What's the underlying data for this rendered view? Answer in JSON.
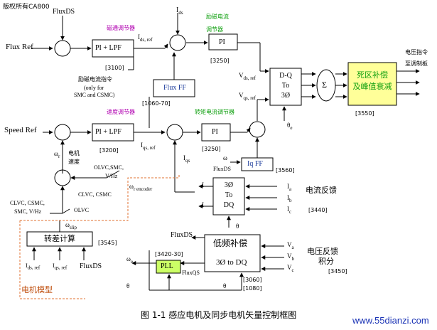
{
  "copyright": "版权所有CA800",
  "inputs": {
    "flux_ds_top": "FluxDS",
    "flux_ref": "Flux Ref",
    "speed_ref": "Speed Ref",
    "i_ds_top": "I",
    "i_ds_top_sub": "ds"
  },
  "blocks": {
    "flux_pi_lpf": "PI + LPF",
    "flux_pi_code": "[3100]",
    "field_reg_label": "磁通调节器",
    "i_ds_ref": "I",
    "i_ds_ref_sub": "ds, ref",
    "excite_cmd": "励磁电流指令",
    "only_for": "(only for",
    "only_for2": "SMC and CSMC)",
    "excite_reg_label": "励磁电流",
    "excite_reg_label2": "调节器",
    "pi_excite": "PI",
    "pi_excite_code": "[3250]",
    "flux_ff": "Flux FF",
    "flux_ff_code": "[1060-70]",
    "speed_reg_label": "速度调节器",
    "speed_pi_lpf": "PI + LPF",
    "speed_pi_code": "[3200]",
    "i_qs_ref": "I",
    "i_qs_ref_sub": "qs, ref",
    "torque_reg_label": "转矩电流调节器",
    "pi_torque": "PI",
    "pi_torque_code": "[3250]",
    "vds_ref": "V",
    "vds_ref_sub": "ds, ref",
    "vqs_ref": "V",
    "vqs_ref_sub": "qs, ref",
    "dq_to_3": "D-Q\nTo\n3Ø",
    "theta_e": "θ",
    "theta_e_sub": "e",
    "deadtime": "死区补偿\n及峰值衰减",
    "deadtime_code": "[3550]",
    "volt_cmd": "电压指令",
    "modulator": "至调制板",
    "iq_ff": "Iq FF",
    "iq_ff_code": "[3560]",
    "omega_e_ff": "ω",
    "flux_ds_ff": "FluxDS",
    "i_qs_fb": "I",
    "i_qs_fb_sub": "qs",
    "three_to_dq": "3Ø\nTo\nDQ",
    "three_code": "[3440]",
    "current_fb": "电流反馈",
    "ia": "I",
    "ia_sub": "a",
    "ib": "I",
    "ib_sub": "b",
    "ic": "I",
    "ic_sub": "c",
    "i_ds_out": "I",
    "i_qs_out": "I",
    "motor_speed_label": "电机",
    "motor_speed_label2": "速度",
    "omega_r": "ω",
    "omega_r_sub": "r",
    "olvc_smc": "OLVC,SMC,",
    "v_hz": "V/Hz",
    "clvc_csmc": "CLVC, CSMC",
    "omega_encoder": "ω",
    "omega_encoder_sub": "r encoder",
    "clvc_csmc_smc": "CLVC, CSMC,",
    "smc_vhz": "SMC, V/Hz",
    "olvc": "OLVC",
    "omega_slip": "ω",
    "omega_slip_sub": "slip",
    "slip_calc": "转差计算",
    "slip_code": "[3545]",
    "i_ds_ref_in": "I",
    "i_ds_ref_in_sub": "ds, ref",
    "i_qs_ref_in": "I",
    "i_qs_ref_in_sub": "qs, ref",
    "fluxds_in": "FluxDS",
    "motor_model": "电机模型",
    "lowfreq": "低频补偿",
    "three_to_dq2": "3Ø to DQ",
    "lowfreq_code": "[3060]",
    "lowfreq_code2": "[1080]",
    "fluxds_out": "FluxDS",
    "theta_e_lf": "θ",
    "va": "V",
    "va_sub": "a",
    "vb": "V",
    "vb_sub": "b",
    "vc": "V",
    "vc_sub": "c",
    "volt_fb": "电压反馈",
    "integral": "积分",
    "integral_code": "[3450]",
    "pll": "PLL",
    "pll_code": "[3420-30]",
    "flux_qs": "FluxQS",
    "omega_e_out": "ω",
    "omega_e_out_sub": "e",
    "theta_e_bottom": "θ",
    "theta_e_bottom2": "θ"
  },
  "caption": "图 1-1 感应电机及同步电机矢量控制框图",
  "watermark": "www.55dianzi.com",
  "colors": {
    "pll_fill": "#ccff66",
    "deadtime_fill": "#ffff99",
    "magenta": "#b000b0",
    "green": "#10a010",
    "blue": "#1a3a9a",
    "orange_dash": "#e07030"
  }
}
